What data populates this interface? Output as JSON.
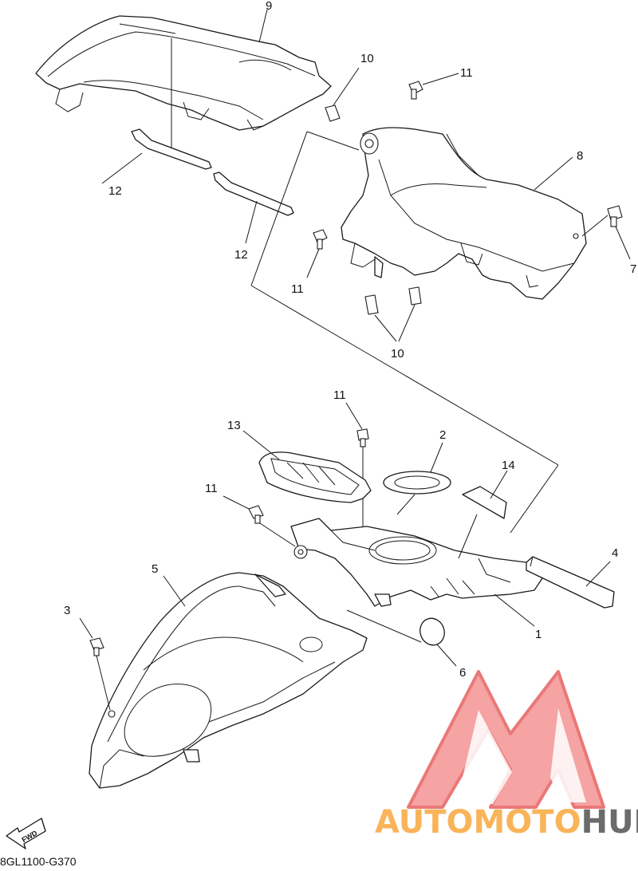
{
  "diagram_code": "8GL1100-G370",
  "fwd_label": "FWD",
  "watermark": {
    "part1": "AUTOMOTO",
    "part2": "HUB",
    "accent_color": "#f26b6b",
    "accent_light": "#f9a93d",
    "dark_color": "#6b6b6b"
  },
  "callouts": {
    "c1": "1",
    "c2": "2",
    "c3": "3",
    "c4": "4",
    "c5": "5",
    "c6": "6",
    "c7": "7",
    "c8": "8",
    "c9": "9",
    "c10a": "10",
    "c10b": "10",
    "c11a": "11",
    "c11b": "11",
    "c11c": "11",
    "c11d": "11",
    "c12a": "12",
    "c12b": "12",
    "c13": "13",
    "c14": "14"
  }
}
